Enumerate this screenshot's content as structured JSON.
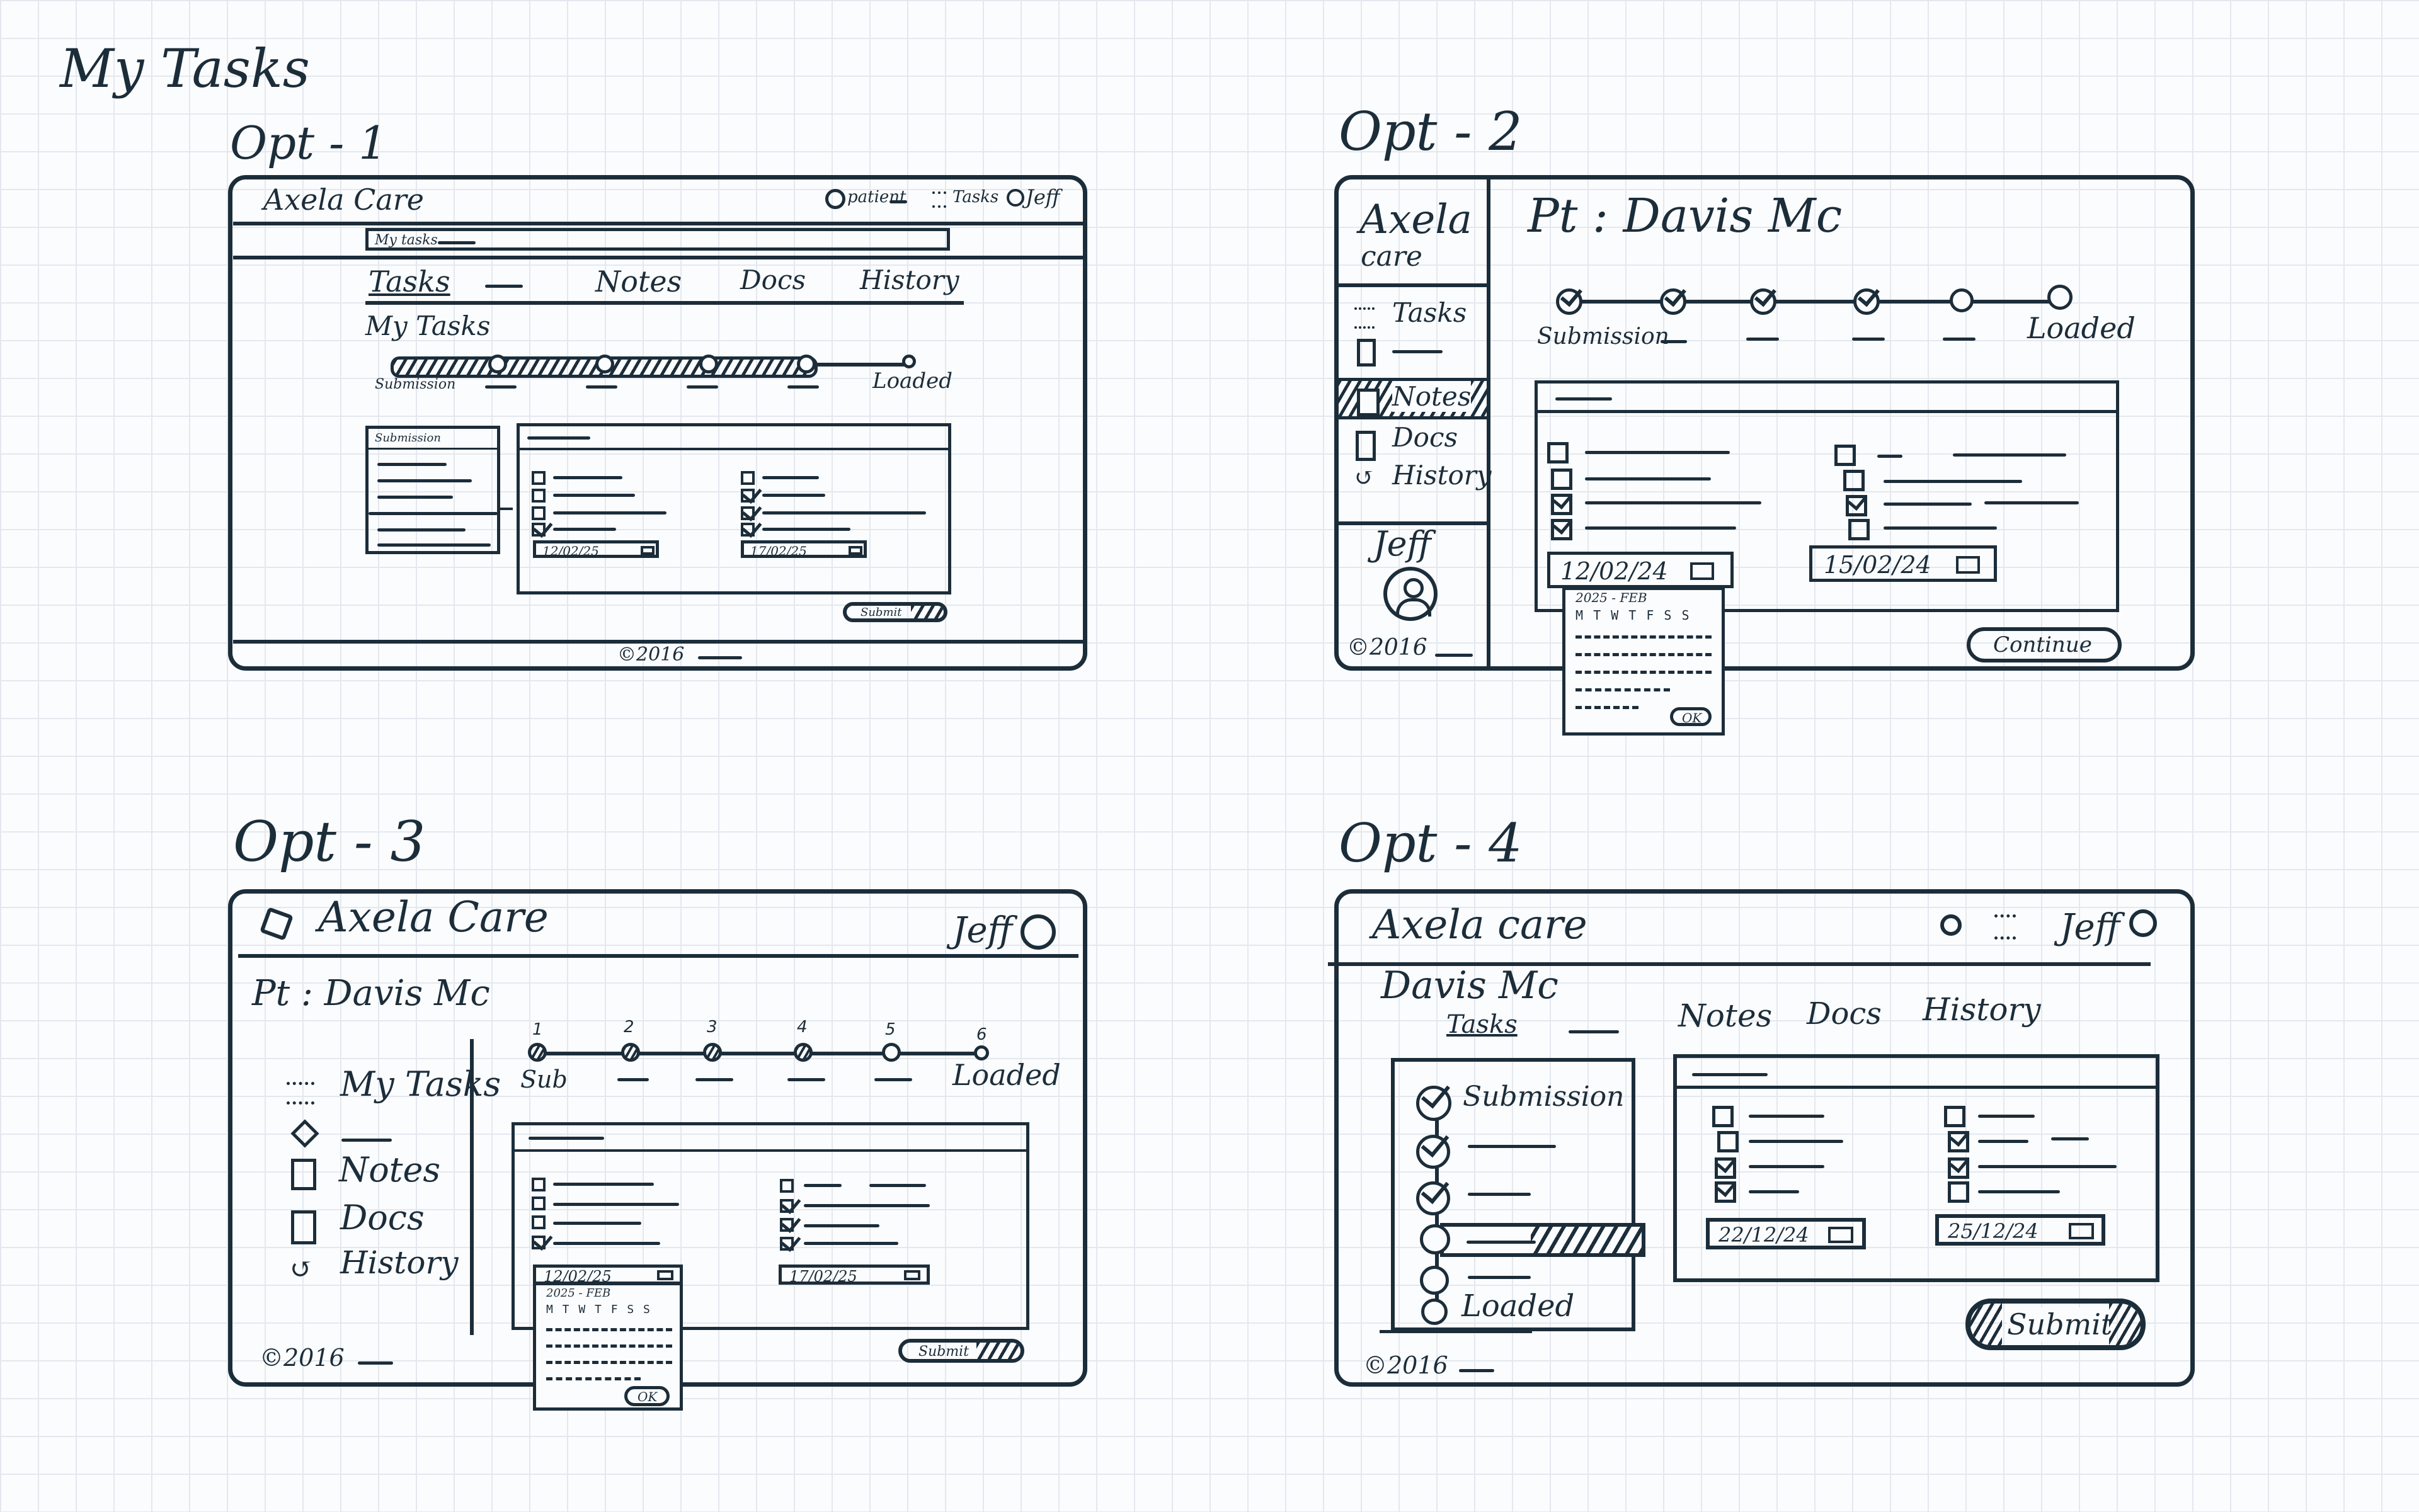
{
  "page": {
    "title": "My Tasks"
  },
  "opt1": {
    "label": "Opt - 1",
    "brand": "Axela Care",
    "search": "patient",
    "tasks_link": "Tasks",
    "user": "Jeff",
    "breadcrumb": "My tasks",
    "tabs": [
      "Tasks",
      "Notes",
      "Docs",
      "History"
    ],
    "section_title": "My Tasks",
    "progress": {
      "start": "Submission",
      "end": "Loaded"
    },
    "list_header": "Submission",
    "date1": "12/02/25",
    "date2": "17/02/25",
    "submit": "Submit",
    "footer": "©2016"
  },
  "opt2": {
    "label": "Opt - 2",
    "brand_line1": "Axela",
    "brand_line2": "care",
    "nav": [
      "Tasks",
      "Notes",
      "Docs",
      "History"
    ],
    "user": "Jeff",
    "patient": "Pt : Davis Mc",
    "progress": {
      "start": "Submission",
      "end": "Loaded"
    },
    "date1": "12/02/24",
    "date2": "15/02/24",
    "cal_header": "2025 - FEB",
    "cal_days": "M T W T F S S",
    "ok": "OK",
    "continue": "Continue",
    "footer": "©2016"
  },
  "opt3": {
    "label": "Opt - 3",
    "brand": "Axela Care",
    "user": "Jeff",
    "patient": "Pt : Davis Mc",
    "steps": [
      "1",
      "2",
      "3",
      "4",
      "5",
      "6"
    ],
    "progress": {
      "start": "Sub",
      "end": "Loaded"
    },
    "nav": [
      "My Tasks",
      "Notes",
      "Docs",
      "History"
    ],
    "date1": "12/02/25",
    "date2": "17/02/25",
    "cal_header": "2025 - FEB",
    "cal_days": "M T W T F S S",
    "ok": "OK",
    "submit": "Submit",
    "footer": "©2016"
  },
  "opt4": {
    "label": "Opt - 4",
    "brand": "Axela care",
    "user": "Jeff",
    "patient": "Davis Mc",
    "tabs": [
      "Tasks",
      "Notes",
      "Docs",
      "History"
    ],
    "steps": {
      "start": "Submission",
      "end": "Loaded"
    },
    "date1": "22/12/24",
    "date2": "25/12/24",
    "submit": "Submit",
    "footer": "©2016"
  }
}
